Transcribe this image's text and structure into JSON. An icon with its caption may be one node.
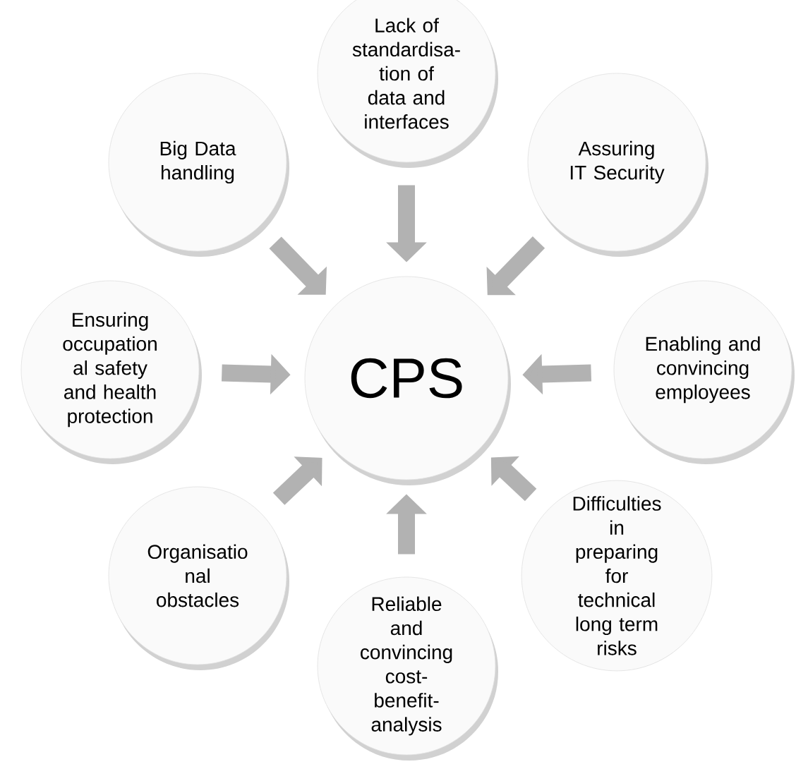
{
  "diagram": {
    "nodes": [
      {
        "text": [
          "Lack of standardisa- tion of data and interfaces"
        ]
      },
      {
        "text": [
          "Big Data handling"
        ]
      },
      {
        "text": [
          "Assuring IT Security"
        ]
      },
      {
        "text": [
          "Ensuring occupation al safety and health protection"
        ]
      },
      {
        "text": [
          "CPS"
        ]
      },
      {
        "text": [
          "Enabling and convincing employees"
        ]
      },
      {
        "text": [
          "Organisatio nal obstacles"
        ]
      },
      {
        "text": [
          "Difficulties in preparing for technical long term risks"
        ]
      },
      {
        "text": [
          "Reliable and convincing cost- benefit- analysis"
        ]
      }
    ],
    "edges": [
      {
        "from": 0,
        "to": 4,
        "arrow": "to"
      },
      {
        "from": 1,
        "to": 4,
        "arrow": "to"
      },
      {
        "from": 2,
        "to": 4,
        "arrow": "to"
      },
      {
        "from": 3,
        "to": 4,
        "arrow": "to"
      },
      {
        "from": 5,
        "to": 4,
        "arrow": "to"
      },
      {
        "from": 6,
        "to": 4,
        "arrow": "to"
      },
      {
        "from": 7,
        "to": 4,
        "arrow": "to"
      },
      {
        "from": 8,
        "to": 4,
        "arrow": "to"
      }
    ]
  }
}
